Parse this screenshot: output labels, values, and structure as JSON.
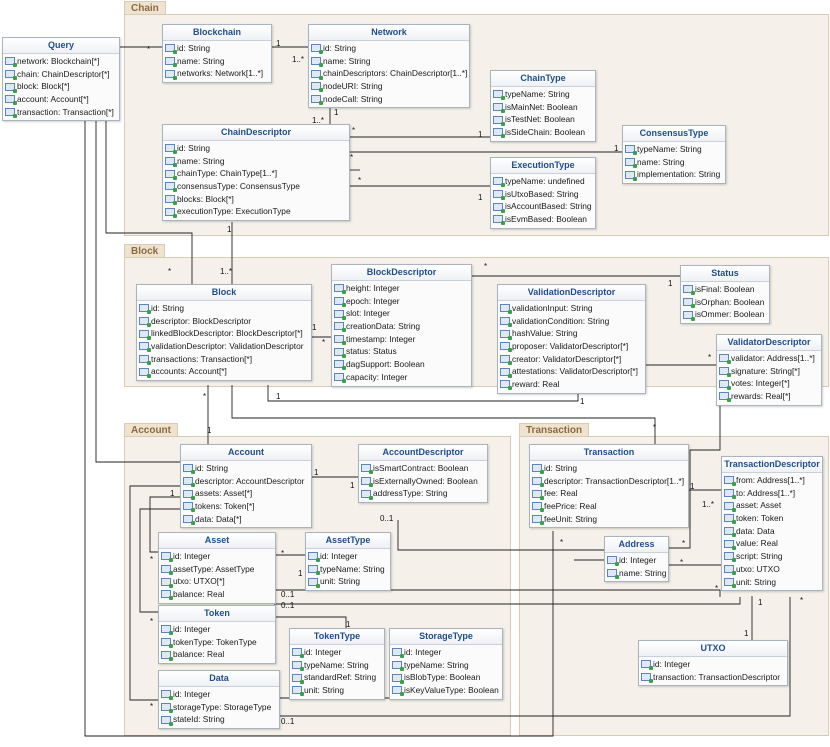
{
  "packages": {
    "chain": "Chain",
    "block": "Block",
    "account": "Account",
    "transaction": "Transaction"
  },
  "classes": {
    "query": {
      "name": "Query",
      "attrs": [
        "network: Blockchain[*]",
        "chain: ChainDescriptor[*]",
        "block: Block[*]",
        "account: Account[*]",
        "transaction: Transaction[*]"
      ]
    },
    "blockchain": {
      "name": "Blockchain",
      "attrs": [
        "id: String",
        "name: String",
        "networks: Network[1..*]"
      ]
    },
    "network": {
      "name": "Network",
      "attrs": [
        "id: String",
        "name: String",
        "chainDescriptors: ChainDescriptor[1..*]",
        "nodeURI: String",
        "nodeCall: String"
      ]
    },
    "chaintype": {
      "name": "ChainType",
      "attrs": [
        "typeName: String",
        "isMainNet: Boolean",
        "isTestNet: Boolean",
        "isSideChain: Boolean"
      ]
    },
    "consensustype": {
      "name": "ConsensusType",
      "attrs": [
        "typeName: String",
        "name: String",
        "implementation: String"
      ]
    },
    "chaindescriptor": {
      "name": "ChainDescriptor",
      "attrs": [
        "id: String",
        "name: String",
        "chainType: ChainType[1..*]",
        "consensusType: ConsensusType",
        "blocks: Block[*]",
        "executionType: ExecutionType"
      ]
    },
    "executiontype": {
      "name": "ExecutionType",
      "attrs": [
        "typeName: undefined",
        "isUtxoBased: String",
        "isAccountBased: String",
        "isEvmBased: Boolean"
      ]
    },
    "block": {
      "name": "Block",
      "attrs": [
        "id: String",
        "descriptor: BlockDescriptor",
        "linkedBlockDescriptor: BlockDescriptor[*]",
        "validationDescriptor: ValidationDescriptor",
        "transactions: Transaction[*]",
        "accounts: Account[*]"
      ]
    },
    "blockdescriptor": {
      "name": "BlockDescriptor",
      "attrs": [
        "height: Integer",
        "epoch: Integer",
        "slot: Integer",
        "creationData: String",
        "timestamp: Integer",
        "status: Status",
        "dagSupport: Boolean",
        "capacity: Integer"
      ]
    },
    "validationdescriptor": {
      "name": "ValidationDescriptor",
      "attrs": [
        "validationInput: String",
        "validationCondition: String",
        "hashValue: String",
        "proposer: ValidatorDescriptor[*]",
        "creator: ValidatorDescriptor[*]",
        "attestations: ValidatorDescriptor[*]",
        "reward: Real"
      ]
    },
    "status": {
      "name": "Status",
      "attrs": [
        "isFinal: Boolean",
        "isOrphan: Boolean",
        "isOmmer: Boolean"
      ]
    },
    "validatordescriptor": {
      "name": "ValidatorDescriptor",
      "attrs": [
        "validator: Address[1..*]",
        "signature: String[*]",
        "votes: Integer[*]",
        "rewards: Real[*]"
      ]
    },
    "account": {
      "name": "Account",
      "attrs": [
        "id: String",
        "descriptor: AccountDescriptor",
        "assets: Asset[*]",
        "tokens: Token[*]",
        "data: Data[*]"
      ]
    },
    "accountdescriptor": {
      "name": "AccountDescriptor",
      "attrs": [
        "isSmartContract: Boolean",
        "isExternallyOwned: Boolean",
        "addressType: String"
      ]
    },
    "asset": {
      "name": "Asset",
      "attrs": [
        "id: Integer",
        "assetType: AssetType",
        "utxo: UTXO[*]",
        "balance: Real"
      ]
    },
    "assettype": {
      "name": "AssetType",
      "attrs": [
        "id: Integer",
        "typeName: String",
        "unit: String"
      ]
    },
    "token": {
      "name": "Token",
      "attrs": [
        "id: Integer",
        "tokenType: TokenType",
        "balance: Real"
      ]
    },
    "tokentype": {
      "name": "TokenType",
      "attrs": [
        "id: Integer",
        "typeName: String",
        "standardRef: String",
        "unit: String"
      ]
    },
    "storagetype": {
      "name": "StorageType",
      "attrs": [
        "id: Integer",
        "typeName: String",
        "isBlobType: Boolean",
        "isKeyValueType: Boolean"
      ]
    },
    "data": {
      "name": "Data",
      "attrs": [
        "id: Integer",
        "storageType: StorageType",
        "stateId: String"
      ]
    },
    "transaction": {
      "name": "Transaction",
      "attrs": [
        "id: String",
        "descriptor: TransactionDescriptor[1..*]",
        "fee: Real",
        "feePrice: Real",
        "feeUnit: String"
      ]
    },
    "address": {
      "name": "Address",
      "attrs": [
        "id: Integer",
        "name: String"
      ]
    },
    "transactiondescriptor": {
      "name": "TransactionDescriptor",
      "attrs": [
        "from: Address[1..*]",
        "to: Address[1..*]",
        "asset: Asset",
        "token: Token",
        "data: Data",
        "value: Real",
        "script: String",
        "utxo: UTXO",
        "unit: String"
      ]
    },
    "utxo": {
      "name": "UTXO",
      "attrs": [
        "id: Integer",
        "transaction: TransactionDescriptor"
      ]
    }
  },
  "multiplicities": [
    "*",
    "1",
    "1..*",
    "1",
    "1..*",
    "*",
    "1",
    "*",
    "1",
    "*",
    "1",
    "1",
    "1..*",
    "*",
    "1",
    "*",
    "1",
    "*",
    "1",
    "1",
    "*",
    "*",
    "*",
    "1",
    "1",
    "*",
    "1",
    "0..1",
    "1",
    "*",
    "0..1",
    "0..1",
    "*",
    "1",
    "*",
    "1",
    "0..1",
    "*",
    "1",
    "1..*",
    "*",
    "*",
    "*",
    "1",
    "1",
    "*",
    "*"
  ]
}
